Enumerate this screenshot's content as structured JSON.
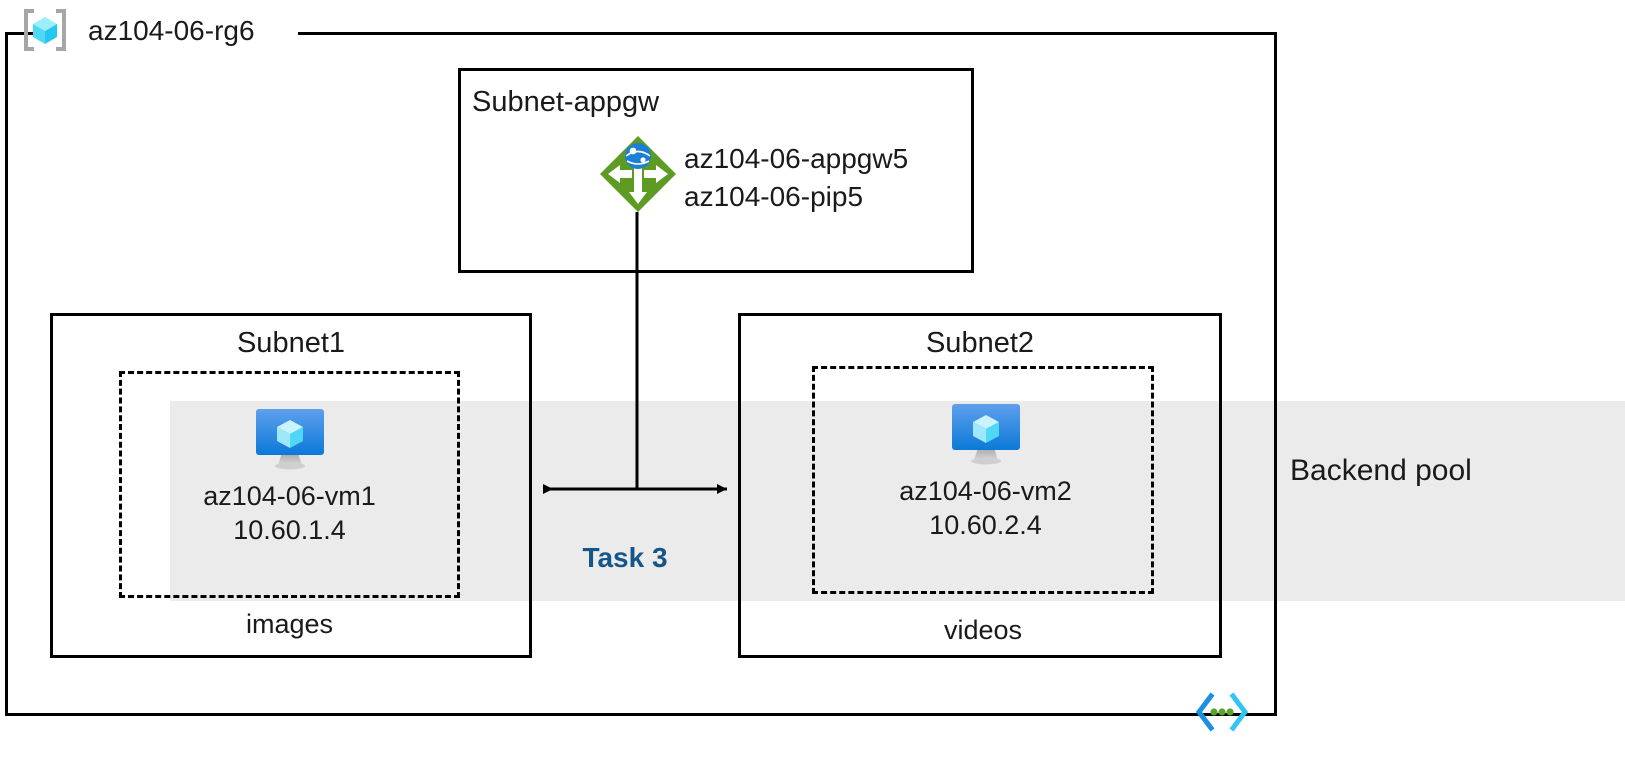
{
  "diagram": {
    "title": "az104-06-rg6",
    "resource_group": {
      "name": "az104-06-rg6",
      "icon": "resource-group-icon"
    },
    "backend_pool": {
      "label": "Backend pool",
      "band_color": "#ebebeb"
    },
    "subnets": [
      {
        "id": "appgw",
        "title": "Subnet-appgw",
        "resources": [
          {
            "icon": "application-gateway-icon",
            "lines": [
              "az104-06-appgw5",
              "az104-06-pip5"
            ]
          }
        ]
      },
      {
        "id": "subnet1",
        "title": "Subnet1",
        "caption": "images",
        "vm": {
          "icon": "virtual-machine-icon",
          "name": "az104-06-vm1",
          "ip": "10.60.1.4"
        }
      },
      {
        "id": "subnet2",
        "title": "Subnet2",
        "caption": "videos",
        "vm": {
          "icon": "virtual-machine-icon",
          "name": "az104-06-vm2",
          "ip": "10.60.2.4"
        }
      }
    ],
    "annotations": [
      {
        "id": "task3",
        "label": "Task 3",
        "color": "#14558a"
      }
    ],
    "footer_icon": "code-brackets-icon",
    "colors": {
      "border": "#000000",
      "text": "#1a1a1a",
      "accent_blue": "#14558a",
      "appgw_green": "#5e9b23",
      "vm_blue": "#1e88e5",
      "rg_cube": "#56d4f0",
      "code_cyan": "#32c5f4",
      "code_green": "#5aa32a"
    }
  }
}
